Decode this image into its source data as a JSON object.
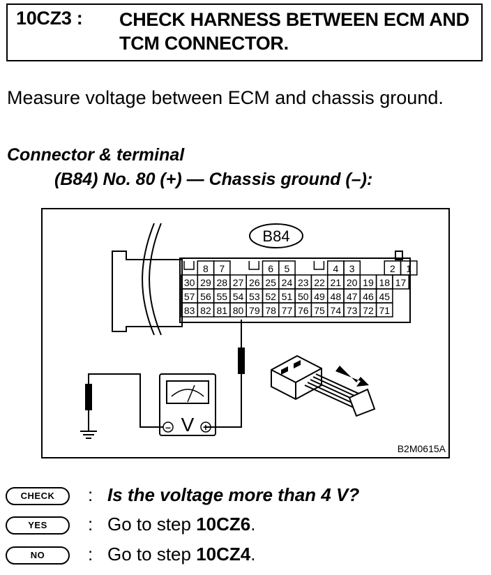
{
  "step": {
    "id": "10CZ3 :",
    "title": "CHECK HARNESS BETWEEN ECM AND TCM CONNECTOR."
  },
  "instruction": "Measure voltage between ECM and chassis ground.",
  "connector": {
    "heading": "Connector & terminal",
    "detail": "(B84) No. 80 (+) — Chassis ground (–):"
  },
  "figure": {
    "connector_label": "B84",
    "code": "B2M0615A",
    "meter_symbol": "V",
    "minus": "–",
    "plus": "+",
    "top_row": [
      "8",
      "7",
      "6",
      "5",
      "4",
      "3",
      "2",
      "1"
    ],
    "row1": [
      "30",
      "29",
      "28",
      "27",
      "26",
      "25",
      "24",
      "23",
      "22",
      "21",
      "20",
      "19",
      "18",
      "17"
    ],
    "row2": [
      "57",
      "56",
      "55",
      "54",
      "53",
      "52",
      "51",
      "50",
      "49",
      "48",
      "47",
      "46",
      "45"
    ],
    "row3": [
      "83",
      "82",
      "81",
      "80",
      "79",
      "78",
      "77",
      "76",
      "75",
      "74",
      "73",
      "72",
      "71"
    ]
  },
  "qa": {
    "check_label": "CHECK",
    "question": "Is the voltage more than 4 V?",
    "yes_label": "YES",
    "yes_prefix": "Go to step ",
    "yes_step": "10CZ6",
    "no_label": "NO",
    "no_prefix": "Go to step ",
    "no_step": "10CZ4",
    "suffix": "."
  }
}
